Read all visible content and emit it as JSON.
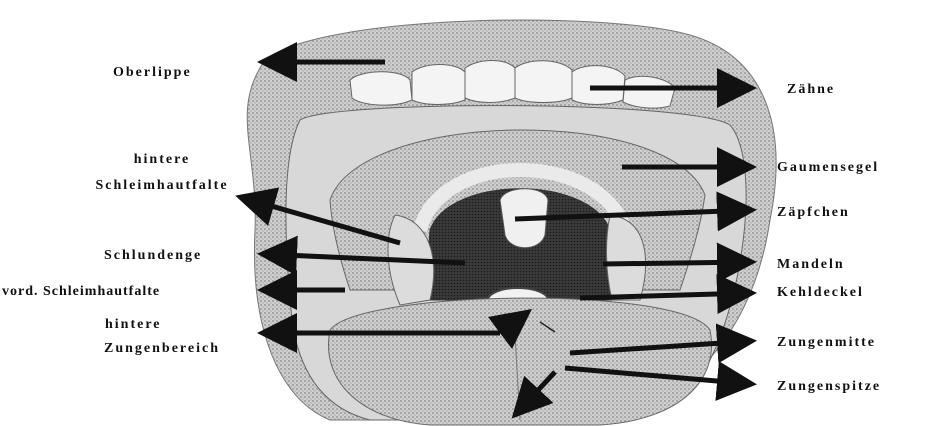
{
  "labels": {
    "oberlippe": "Oberlippe",
    "zaehne": "Zähne",
    "hintere_schleimhautfalte_1": "hintere",
    "hintere_schleimhautfalte_2": "Schleimhautfalte",
    "gaumensegel": "Gaumensegel",
    "zaepfchen": "Zäpfchen",
    "schlundenge": "Schlundenge",
    "mandeln": "Mandeln",
    "vordere_schleimhautfalte": "vord. Schleimhautfalte",
    "kehldeckel": "Kehldeckel",
    "hinterer_zungenbereich_1": "hintere",
    "hinterer_zungenbereich_2": "Zungenbereich",
    "zungenmitte": "Zungenmitte",
    "zungenspitze": "Zungenspitze"
  },
  "colors": {
    "ink": "#111111",
    "tissue": "#9a9a9a",
    "dark": "#2a2a2a",
    "light": "#e6e6e6"
  }
}
